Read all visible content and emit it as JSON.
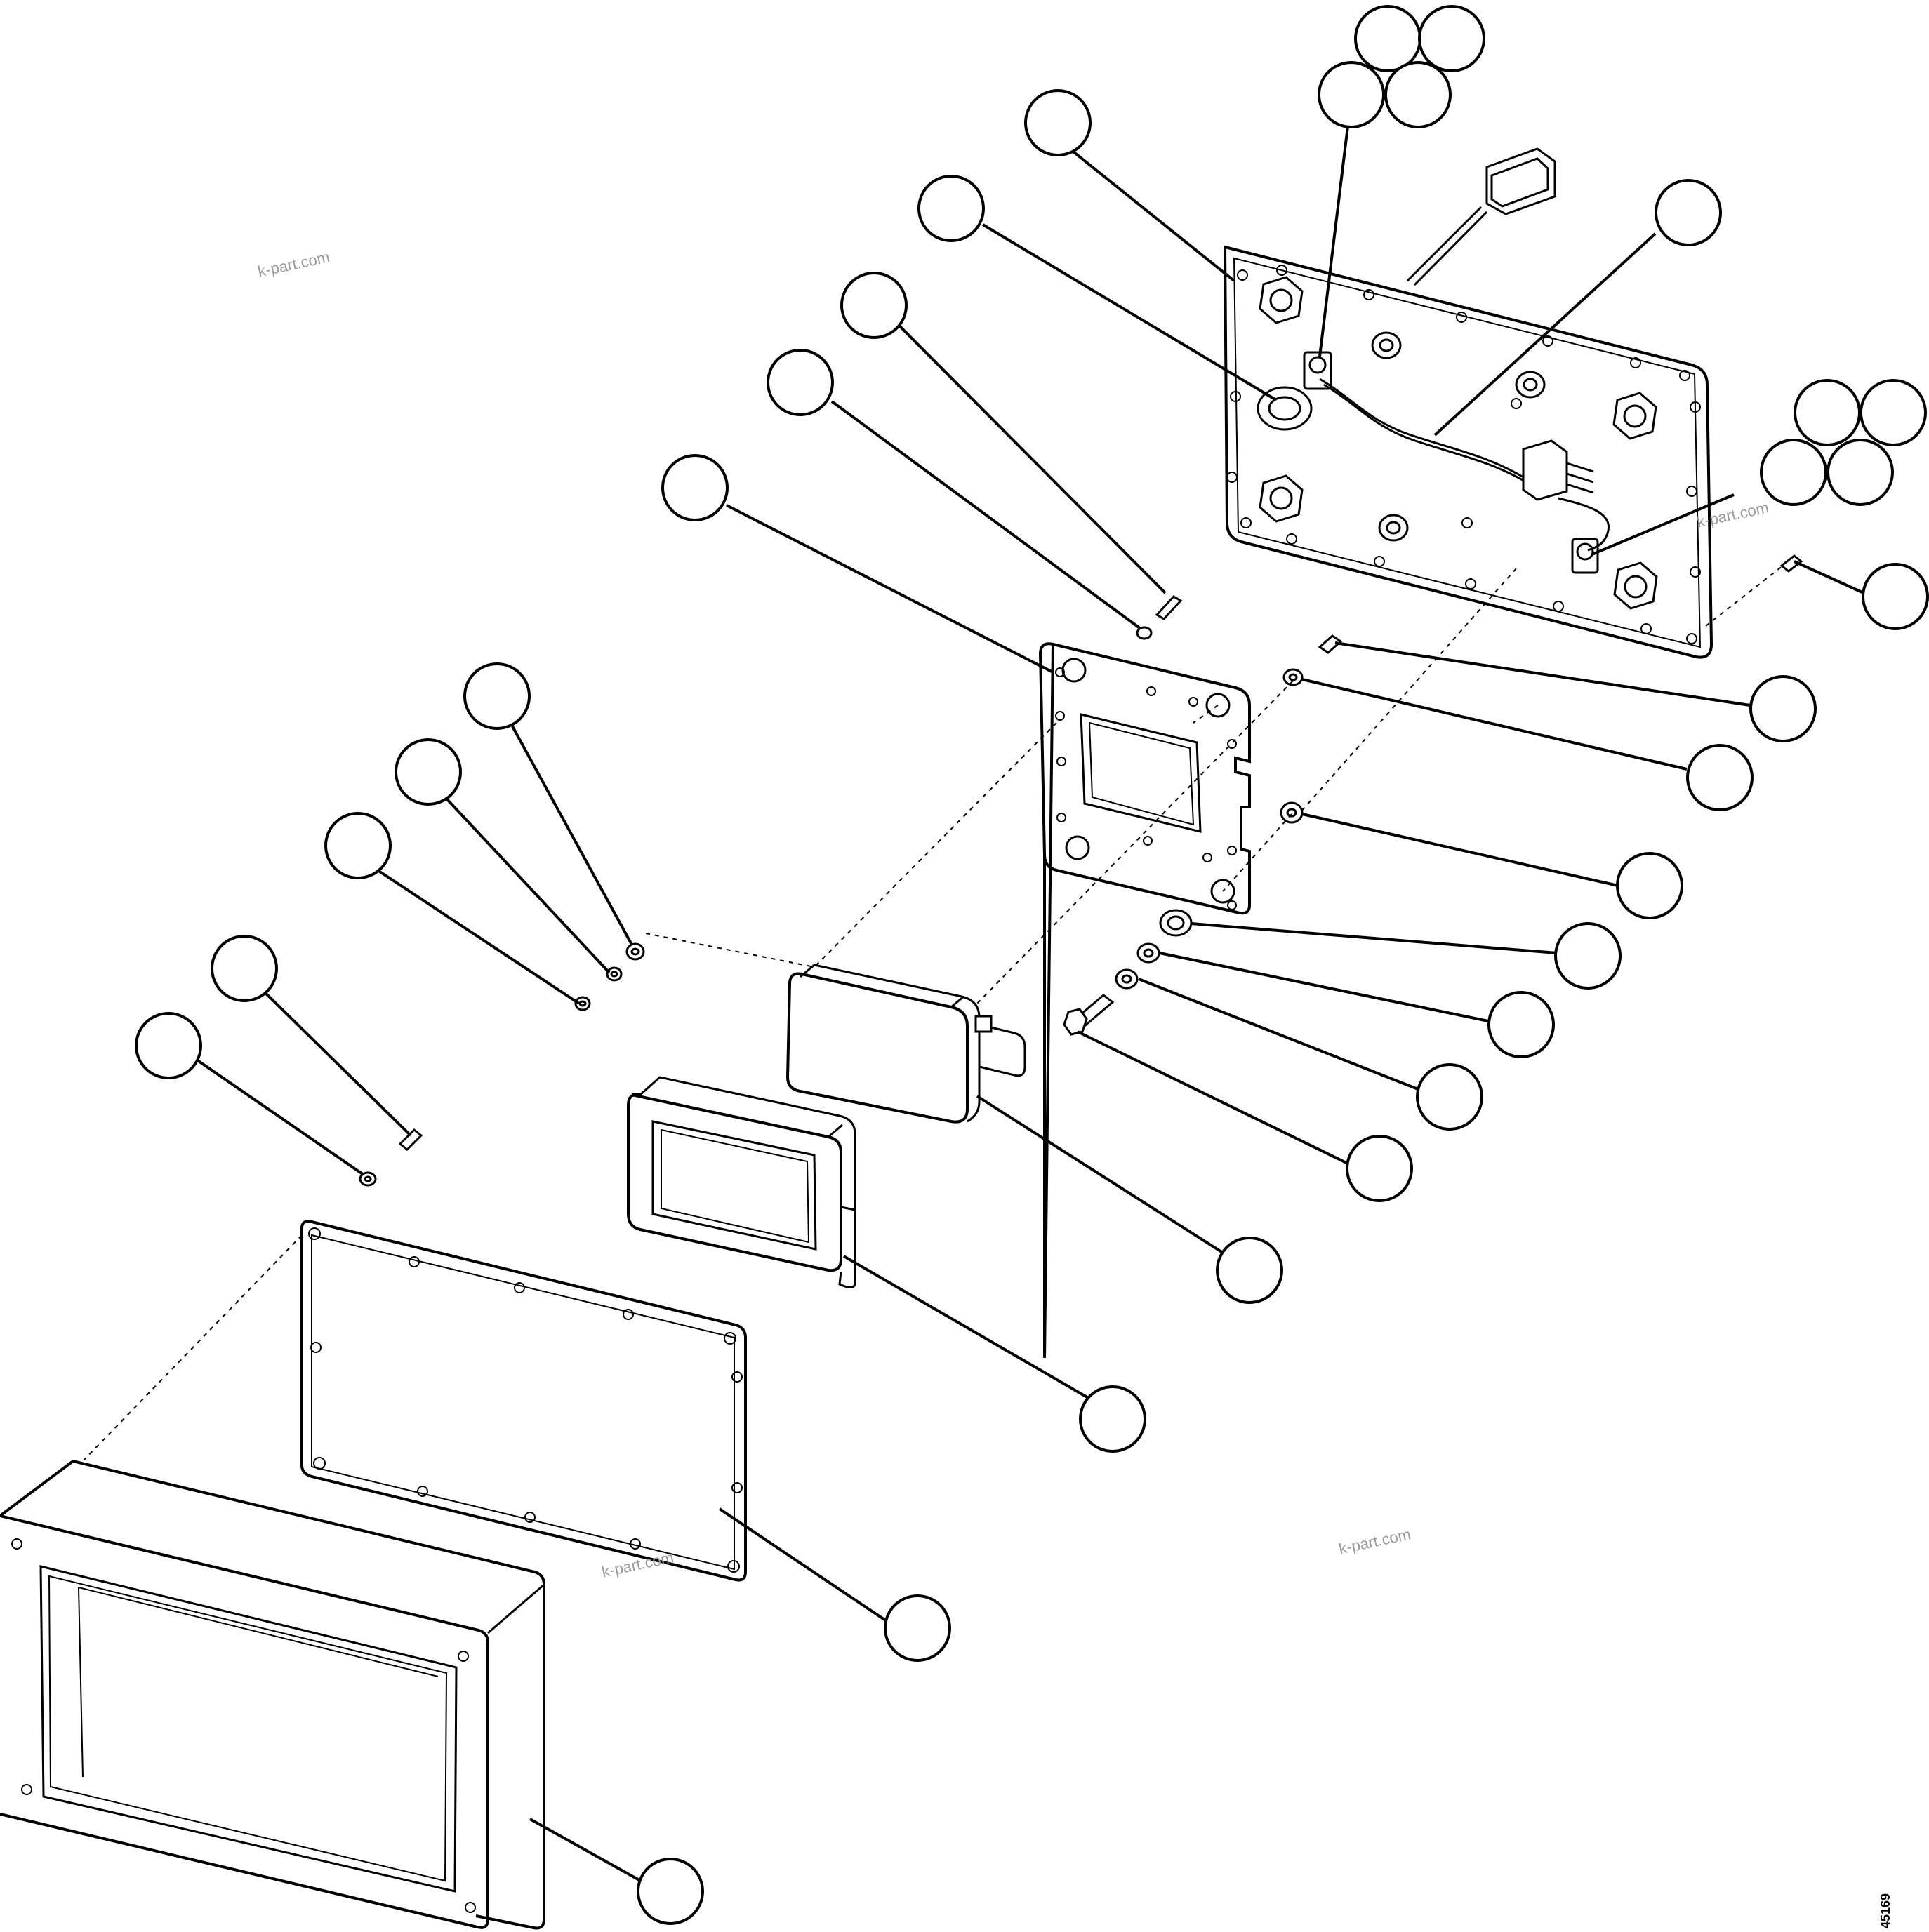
{
  "watermarks": [
    {
      "text": "k-part.com"
    },
    {
      "text": "k-part.com"
    },
    {
      "text": "k-part.com"
    },
    {
      "text": "k-part.com"
    }
  ],
  "figure_number": "45169",
  "callout_balloons": {
    "note": "",
    "labels": []
  }
}
